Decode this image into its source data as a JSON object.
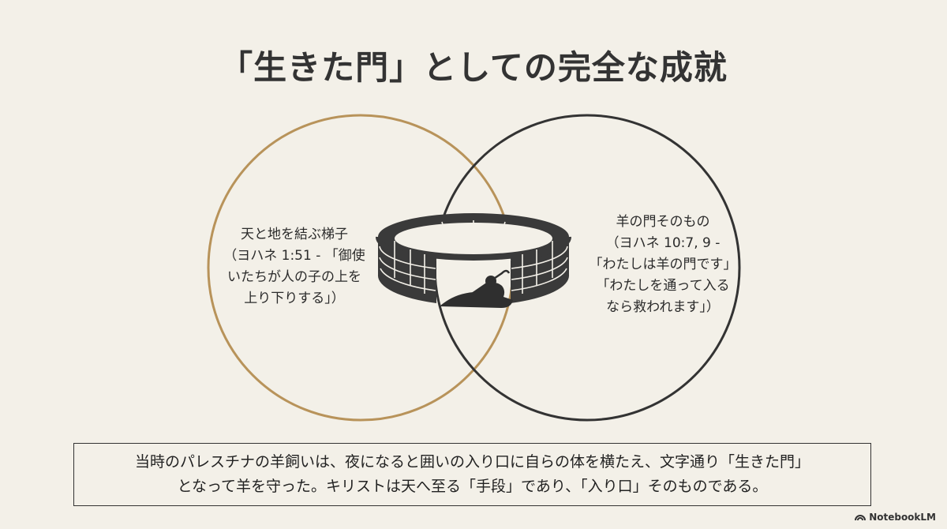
{
  "title": "「生きた門」としての完全な成就",
  "left_circle": {
    "lines": [
      "天と地を結ぶ梯子",
      "（ヨハネ 1:51 - 「御使",
      "いたちが人の子の上を",
      "上り下りする」）"
    ],
    "color": "#b8935a"
  },
  "right_circle": {
    "lines": [
      "羊の門そのもの",
      "（ヨハネ 10:7, 9 -",
      "「わたしは羊の門です」",
      "「わたしを通って入る",
      "なら救われます」）"
    ],
    "color": "#333333"
  },
  "center_icon": "stone-sheepfold-with-shepherd-icon",
  "caption": {
    "line1": "当時のパレスチナの羊飼いは、夜になると囲いの入り口に自らの体を横たえ、文字通り「生きた門」",
    "line2": "となって羊を守った。キリストは天へ至る「手段」であり、「入り口」そのものである。"
  },
  "brand": {
    "label": "NotebookLM",
    "icon": "notebooklm-logo-icon"
  }
}
